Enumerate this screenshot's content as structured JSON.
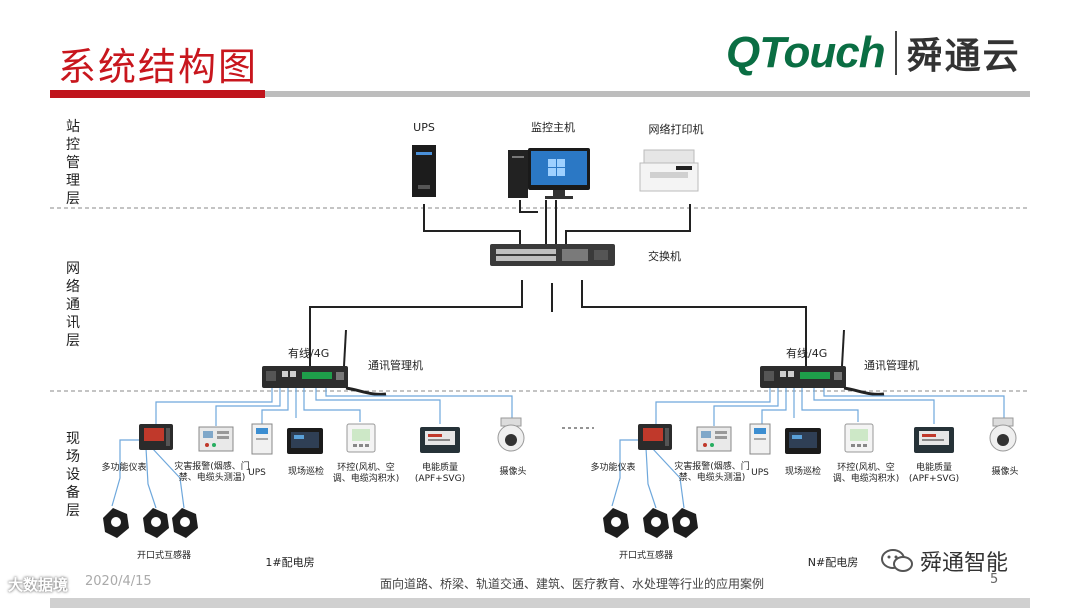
{
  "slide": {
    "title": "系统结构图",
    "page_number": "5",
    "footer": "面向道路、桥梁、轨道交通、建筑、医疗教育、水处理等行业的应用案例"
  },
  "logo": {
    "brand": "QTouch",
    "cn": "舜通云"
  },
  "layers": {
    "station": "站控管理层",
    "network": "网络通讯层",
    "field": "现场设备层"
  },
  "station_devices": {
    "ups": "UPS",
    "host": "监控主机",
    "printer": "网络打印机"
  },
  "switch": {
    "label": "交换机"
  },
  "comm": {
    "wired": "有线/4G",
    "manager": "通讯管理机"
  },
  "field_devices": {
    "meter": "多功能仪表",
    "alarm_1": "灾害报警(烟感、门",
    "alarm_2": "禁、电缆头测温)",
    "ups": "UPS",
    "inspect": "现场巡检",
    "env_1": "环控(风机、空",
    "env_2": "调、电缆沟积水)",
    "power_1": "电能质量",
    "power_2": "(APF+SVG)",
    "camera": "摄像头",
    "ct": "开口式互感器"
  },
  "rooms": {
    "first": "1#配电房",
    "nth": "N#配电房"
  },
  "watermarks": {
    "left": "大数据境",
    "left_sub": "2020/4/15",
    "right": "舜通智能"
  },
  "colors": {
    "title_red": "#c8161d",
    "logo_green": "#0a6e43",
    "link_blue": "#6fa8dc"
  }
}
